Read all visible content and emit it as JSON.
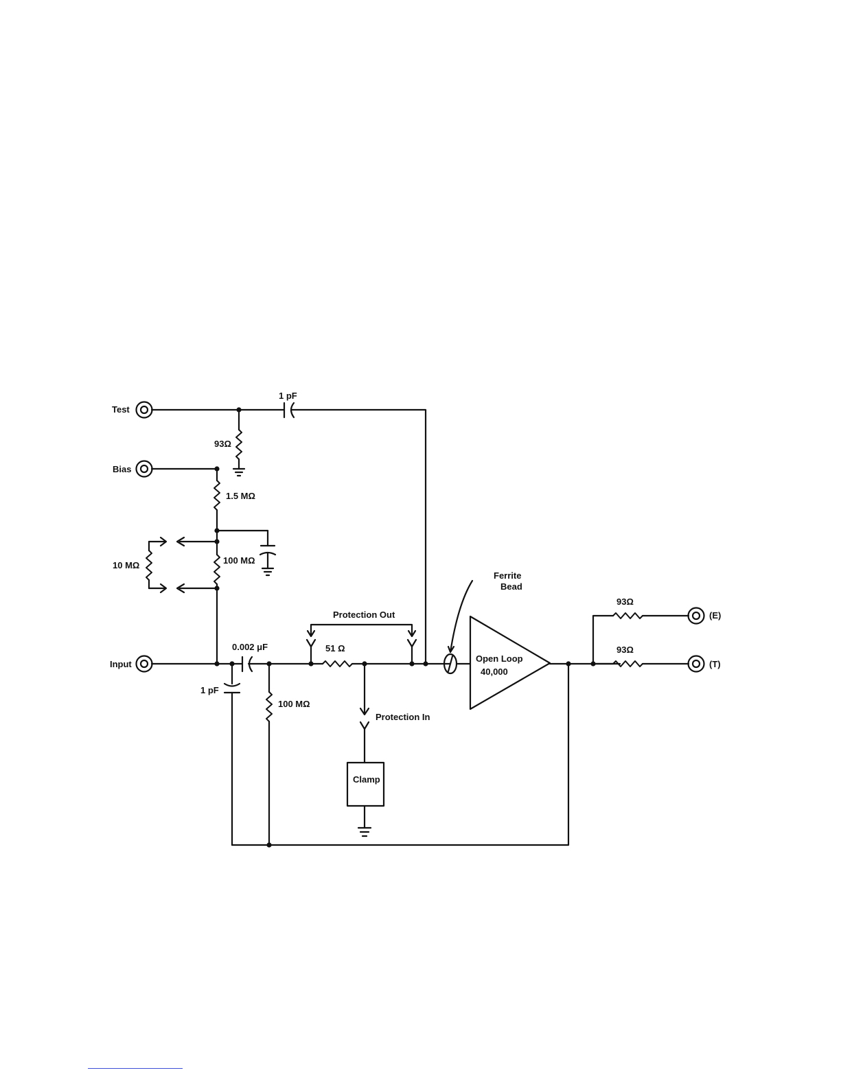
{
  "labels": {
    "test": "Test",
    "bias": "Bias",
    "input": "Input",
    "cap_1pf_top": "1 pF",
    "res_93_test": "93Ω",
    "res_1_5m": "1.5 MΩ",
    "res_100m_top": "100 MΩ",
    "res_10m": "10 MΩ",
    "cap_0_002uf": "0.002 μF",
    "cap_1pf_bottom": "1 pF",
    "res_100m_bottom": "100 MΩ",
    "res_51": "51 Ω",
    "protection_out": "Protection Out",
    "protection_in": "Protection In",
    "clamp": "Clamp",
    "ferrite_line1": "Ferrite",
    "ferrite_line2": "Bead",
    "amp_line1": "Open Loop",
    "amp_line2": "40,000",
    "res_93_e": "93Ω",
    "res_93_t": "93Ω",
    "out_e": "(E)",
    "out_t": "(T)"
  }
}
